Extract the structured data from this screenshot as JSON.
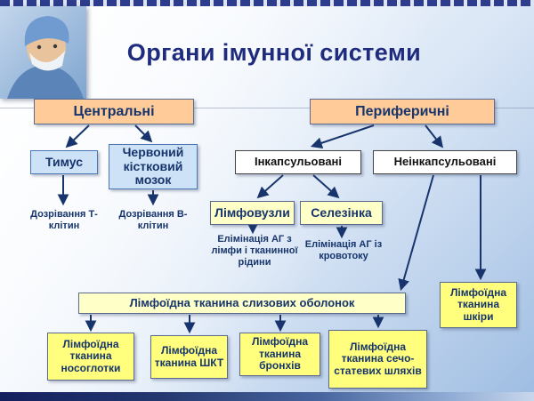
{
  "title": "Органи імунної системи",
  "nodes": {
    "central": "Центральні",
    "peripheral": "Периферичні",
    "thymus": "Тимус",
    "bone_marrow": "Червоний кістковий мозок",
    "encapsulated": "Інкапсульовані",
    "non_encapsulated": "Неінкапсульовані",
    "t_maturation": "Дозрівання Т-клітин",
    "b_maturation": "Дозрівання В-клітин",
    "lymph_nodes": "Лімфовузли",
    "spleen": "Селезінка",
    "elimination_lymph": "Елімінація АГ з лімфи і тканинної рідини",
    "elimination_blood": "Елімінація АГ із кровотоку",
    "mucosal_tissue": "Лімфоїдна тканина слизових оболонок",
    "skin_tissue": "Лімфоїдна тканина шкіри",
    "nasopharynx_tissue": "Лімфоїдна тканина носоглотки",
    "gi_tissue": "Лімфоїдна тканина ШКТ",
    "bronchi_tissue": "Лімфоїдна тканина бронхів",
    "urogenital_tissue": "Лімфоїдна тканина сечо-статевих шляхів"
  },
  "colors": {
    "title_text": "#1F2C7E",
    "node_text": "#17356C",
    "arrow": "#17356C",
    "peach_fill": "#FFCC99",
    "blue_fill": "#CDE2F6",
    "white_fill": "#FFFFFF",
    "pale_yellow_fill": "#FFFFC8",
    "yellow_fill": "#FFFF7D"
  }
}
